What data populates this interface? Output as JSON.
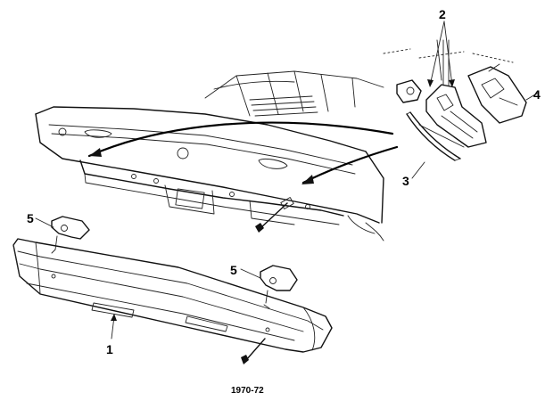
{
  "labels": {
    "part1": "1",
    "part2": "2",
    "part3": "3",
    "part4": "4",
    "part5_upper": "5",
    "part5_lower": "5"
  },
  "caption": "1970-72"
}
